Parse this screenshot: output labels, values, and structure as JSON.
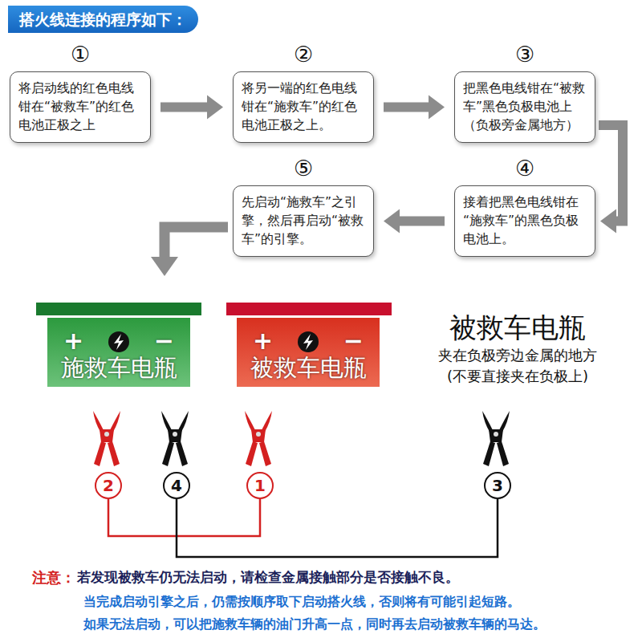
{
  "diagram": {
    "title": "搭火线连接的程序如下：",
    "nodes": [
      {
        "text": [
          "①",
          "将启动线的红色电线钳在“被救车”的红色电池正极之上"
        ]
      },
      {
        "text": [
          "②",
          "将另一端的红色电线钳在“施救车”的红色电池正极之上。"
        ]
      },
      {
        "text": [
          "③",
          "把黑色电线钳在“被救车”黑色负极电池上（负极旁金属地方）"
        ]
      },
      {
        "text": [
          "④",
          "接着把黑色电线钳在“施救车”的黑色负极电池上。"
        ]
      },
      {
        "text": [
          "⑤",
          "先启动“施救车”之引擎，然后再启动“被救车”的引擎。"
        ]
      },
      {
        "text": [
          "+",
          "−",
          "施救车电瓶"
        ]
      },
      {
        "text": [
          "+",
          "−",
          "被救车电瓶"
        ]
      },
      {
        "text": [
          "2"
        ]
      },
      {
        "text": [
          "4"
        ]
      },
      {
        "text": [
          "1"
        ]
      },
      {
        "text": [
          "3"
        ]
      }
    ],
    "edges": [
      {
        "from": 0,
        "to": 1,
        "arrow": "to"
      },
      {
        "from": 1,
        "to": 2,
        "arrow": "to"
      },
      {
        "from": 2,
        "to": 3,
        "arrow": "to"
      },
      {
        "from": 3,
        "to": 4,
        "arrow": "to"
      },
      {
        "from": 7,
        "to": 9,
        "arrow": "none"
      },
      {
        "from": 8,
        "to": 10,
        "arrow": "none"
      }
    ],
    "labels": [
      "被救车电瓶",
      "夹在负极旁边金属的地方",
      "(不要直接夹在负极上)",
      "注意：",
      "若发现被救车仍无法启动，请检查金属接触部分是否接触不良。",
      "当完成启动引擎之后，仍需按顺序取下启动搭火线，否则将有可能引起短路。",
      "如果无法启动，可以把施救车辆的油门升高一点，同时再去启动被救车辆的马达。"
    ]
  }
}
